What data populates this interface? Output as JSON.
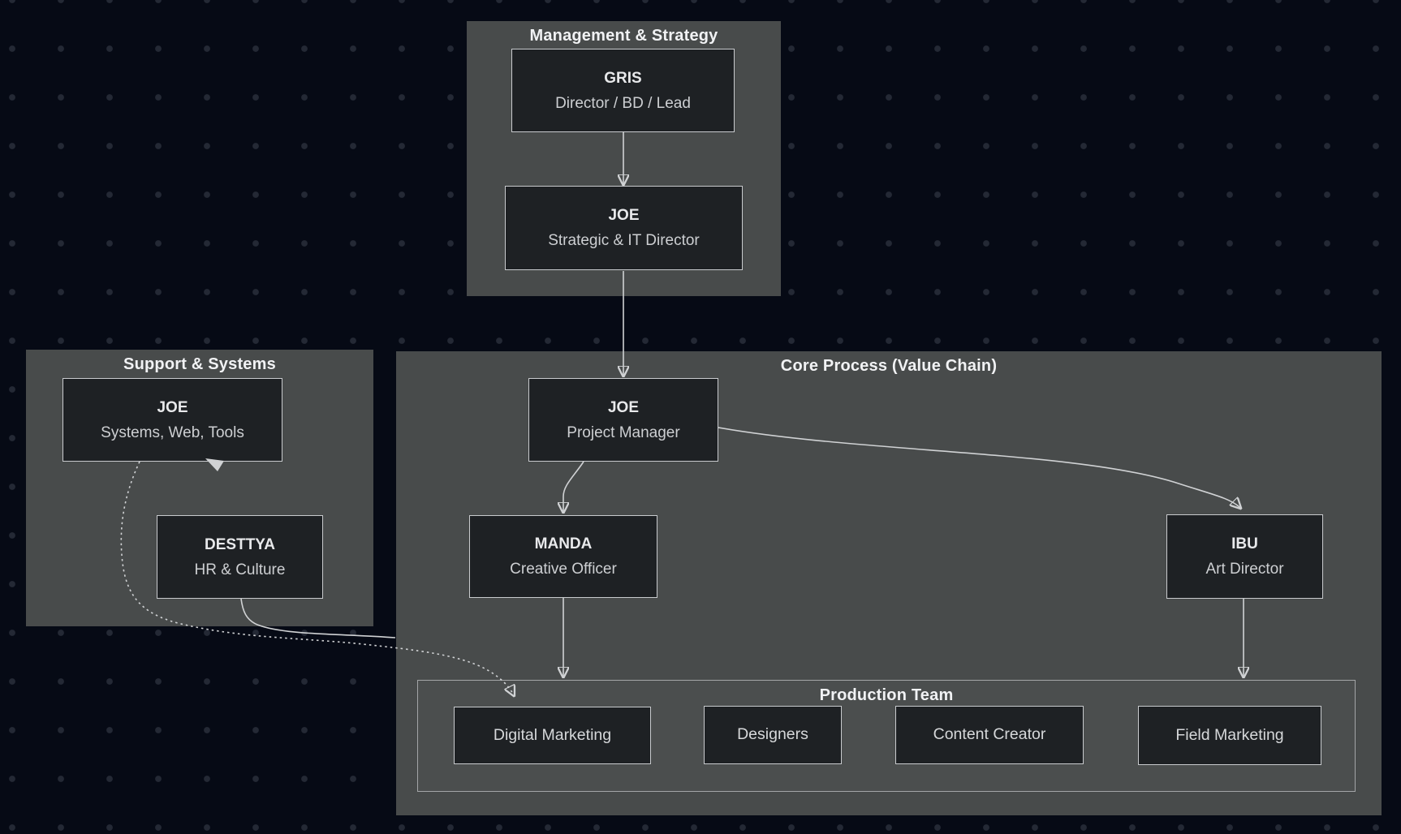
{
  "diagram": {
    "clusters": {
      "management": {
        "title": "Management & Strategy"
      },
      "support": {
        "title": "Support & Systems"
      },
      "core": {
        "title": "Core Process (Value Chain)"
      },
      "production": {
        "title": "Production Team"
      }
    },
    "nodes": {
      "gris": {
        "title": "GRIS",
        "subtitle": "Director / BD / Lead"
      },
      "joe_strategic": {
        "title": "JOE",
        "subtitle": "Strategic & IT Director"
      },
      "joe_systems": {
        "title": "JOE",
        "subtitle": "Systems, Web, Tools"
      },
      "desttya": {
        "title": "DESTTYA",
        "subtitle": "HR & Culture"
      },
      "joe_pm": {
        "title": "JOE",
        "subtitle": "Project Manager"
      },
      "manda": {
        "title": "MANDA",
        "subtitle": "Creative Officer"
      },
      "ibu": {
        "title": "IBU",
        "subtitle": "Art Director"
      },
      "digital_marketing": {
        "label": "Digital Marketing"
      },
      "designers": {
        "label": "Designers"
      },
      "content_creator": {
        "label": "Content Creator"
      },
      "field_marketing": {
        "label": "Field Marketing"
      }
    },
    "edges": [
      {
        "from": "GRIS",
        "to": "JOE (Strategic & IT Director)",
        "style": "solid-arrow"
      },
      {
        "from": "JOE (Strategic & IT Director)",
        "to": "JOE (Project Manager)",
        "style": "solid-arrow"
      },
      {
        "from": "JOE (Project Manager)",
        "to": "MANDA",
        "style": "solid-arrow"
      },
      {
        "from": "JOE (Project Manager)",
        "to": "IBU",
        "style": "solid-arrow"
      },
      {
        "from": "MANDA",
        "to": "Production Team",
        "style": "solid-arrow"
      },
      {
        "from": "IBU",
        "to": "Production Team",
        "style": "solid-arrow"
      },
      {
        "from": "JOE (Systems, Web, Tools)",
        "to": "Digital Marketing",
        "style": "dashed-arrow"
      },
      {
        "from": "DESTTYA",
        "to": "Core Process (Value Chain)",
        "style": "solid"
      },
      {
        "from": "",
        "to": "JOE (Systems, Web, Tools)",
        "style": "arrowhead"
      }
    ],
    "colors": {
      "background": "#060a15",
      "dot_grid": "#242935",
      "cluster_fill": "#484b4b",
      "inner_cluster_border": "#a3a5a7",
      "node_fill": "#1e2124",
      "node_border": "#c9cbce",
      "edge": "#d0d2d4",
      "cluster_title_text": "#f1f2f4",
      "node_title_text": "#e8e9eb",
      "node_subtitle_text": "#cdcfd2"
    }
  }
}
